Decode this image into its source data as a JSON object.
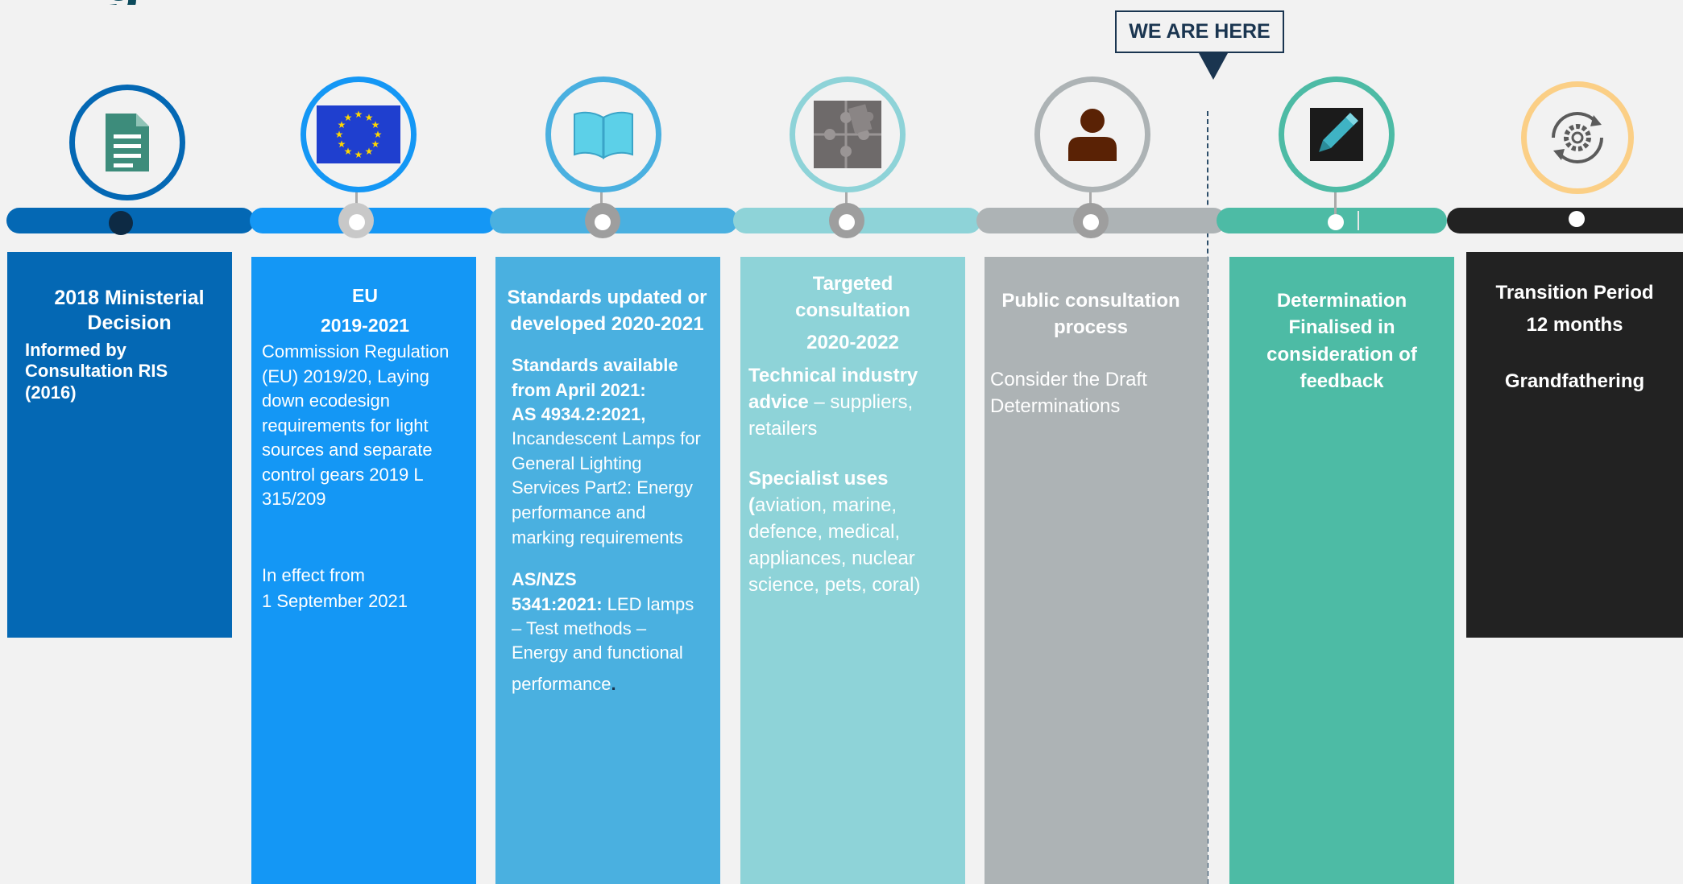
{
  "header": {
    "title_fragment": "g",
    "we_are_here": "WE ARE HERE"
  },
  "colors": {
    "stage1": "#0468b4",
    "stage2": "#1497f5",
    "stage3": "#4ab0e0",
    "stage4": "#8ed3d8",
    "stage5": "#adb3b5",
    "stage6": "#4dbba5",
    "stage7": "#222222",
    "marker": "#1a3550"
  },
  "icons": [
    "document-icon",
    "eu-flag-icon",
    "open-book-icon",
    "puzzle-icon",
    "person-icon",
    "pencil-icon",
    "gear-cycle-icon"
  ],
  "stages": [
    {
      "title": "2018 Ministerial Decision",
      "subtitle": "Informed by Consultation RIS (2016)"
    },
    {
      "title": "EU",
      "years": "2019-2021",
      "body": "Commission Regulation (EU) 2019/20, Laying down ecodesign requirements for light sources and separate control gears 2019 L 315/209",
      "effect_line1": "In effect from",
      "effect_line2": "1 September 2021"
    },
    {
      "title": "Standards updated or developed 2020-2021",
      "avail_title": "Standards available from April 2021:",
      "std1_code": "AS 4934.2:2021,",
      "std1_desc": "Incandescent Lamps for General Lighting Services Part2: Energy performance and marking requirements",
      "std2_code_line1": "AS/NZS",
      "std2_code_line2": "5341:2021:",
      "std2_desc_inline": "LED lamps",
      "std2_desc_rest": "– Test methods – Energy and functional",
      "std2_desc_last": "performance",
      "std2_period": "."
    },
    {
      "title": "Targeted consultation",
      "years": "2020-2022",
      "advice_bold": "Technical industry advice",
      "advice_rest": "– suppliers, retailers",
      "spec_bold": "Specialist uses",
      "spec_paren": "(",
      "spec_rest": "aviation, marine, defence, medical, appliances, nuclear science, pets, coral)"
    },
    {
      "title": "Public consultation process",
      "body": "Consider the Draft Determinations"
    },
    {
      "title": "Determination Finalised in consideration of feedback"
    },
    {
      "title_line1": "Transition Period",
      "title_line2": "12 months",
      "body": "Grandfathering"
    }
  ]
}
